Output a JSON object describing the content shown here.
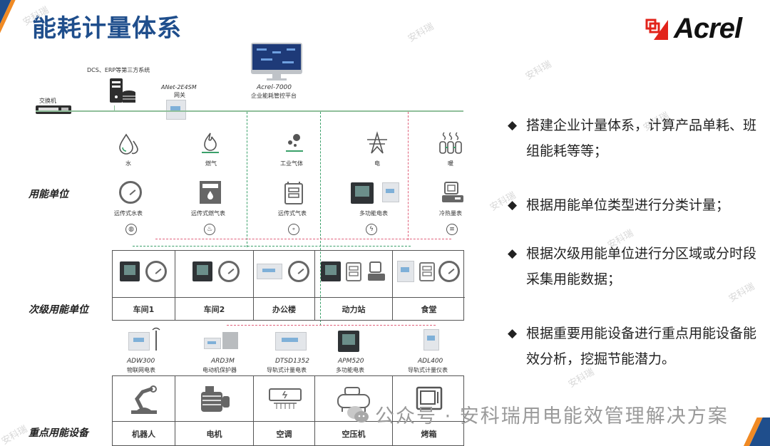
{
  "title": "能耗计量体系",
  "logo": {
    "text": "Acrel",
    "mark_color": "#e2231a"
  },
  "colors": {
    "title_blue": "#1f4e8c",
    "accent_orange": "#f08a24",
    "bus_green": "#8fbf9a",
    "dash_green": "#3aa06a",
    "dash_pink": "#e0607a"
  },
  "watermark_text": "安科瑞",
  "top_system": {
    "switch_label": "交换机",
    "third_party_label": "DCS、ERP等第三方系统",
    "gateway_model": "ANet-2E4SM",
    "gateway_label": "网关",
    "platform_model": "Acrel-7000",
    "platform_label": "企业能耗管控平台"
  },
  "rows": {
    "energy_units": "用能单位",
    "sub_units": "次级用能单位",
    "key_equipment": "重点用能设备"
  },
  "energy_types": [
    {
      "icon": "water-drop-icon",
      "label": "水",
      "meter_icon": "water-meter-icon",
      "meter_label": "远传式水表",
      "badge_icon": "drop-badge-icon"
    },
    {
      "icon": "flame-icon",
      "label": "燃气",
      "meter_icon": "gas-meter-icon",
      "meter_label": "远传式燃气表",
      "badge_icon": "flame-badge-icon"
    },
    {
      "icon": "industrial-gas-icon",
      "label": "工业气体",
      "meter_icon": "gas-meter-box-icon",
      "meter_label": "远传式气表",
      "badge_icon": "bubbles-badge-icon"
    },
    {
      "icon": "power-tower-icon",
      "label": "电",
      "meter_icon": "multifunction-meter-icon",
      "meter_label": "多功能电表",
      "badge_icon": "lightning-badge-icon"
    },
    {
      "icon": "radiator-icon",
      "label": "暖",
      "meter_icon": "heat-meter-icon",
      "meter_label": "冷热量表",
      "badge_icon": "heat-badge-icon"
    }
  ],
  "sub_units": [
    {
      "name": "车间1",
      "devices": [
        "panel-meter",
        "dial-meter"
      ]
    },
    {
      "name": "车间2",
      "devices": [
        "panel-meter",
        "dial-meter"
      ]
    },
    {
      "name": "办公楼",
      "devices": [
        "din-meter",
        "dial-meter"
      ]
    },
    {
      "name": "动力站",
      "devices": [
        "panel-meter",
        "gas-meter",
        "heat-meter"
      ]
    },
    {
      "name": "食堂",
      "devices": [
        "din-meter",
        "gas-meter",
        "dial-meter"
      ]
    }
  ],
  "products": [
    {
      "model": "ADW300",
      "desc": "物联网电表"
    },
    {
      "model": "ARD3M",
      "desc": "电动机保护器"
    },
    {
      "model": "DTSD1352",
      "desc": "导轨式计量电表"
    },
    {
      "model": "APM520",
      "desc": "多功能电表"
    },
    {
      "model": "ADL400",
      "desc": "导轨式计量仪表"
    }
  ],
  "equipment": [
    {
      "name": "机器人",
      "icon": "robot-arm-icon"
    },
    {
      "name": "电机",
      "icon": "motor-icon"
    },
    {
      "name": "空调",
      "icon": "air-conditioner-icon"
    },
    {
      "name": "空压机",
      "icon": "air-compressor-icon"
    },
    {
      "name": "烤箱",
      "icon": "oven-icon"
    }
  ],
  "bullets": [
    "搭建企业计量体系，计算产品单耗、班组能耗等等；",
    "根据用能单位类型进行分类计量；",
    "根据次级用能单位进行分区域或分时段采集用能数据；",
    "根据重要用能设备进行重点用能设备能效分析，挖掘节能潜力。"
  ],
  "footer_watermark": "公众号 · 安科瑞用电能效管理解决方案"
}
